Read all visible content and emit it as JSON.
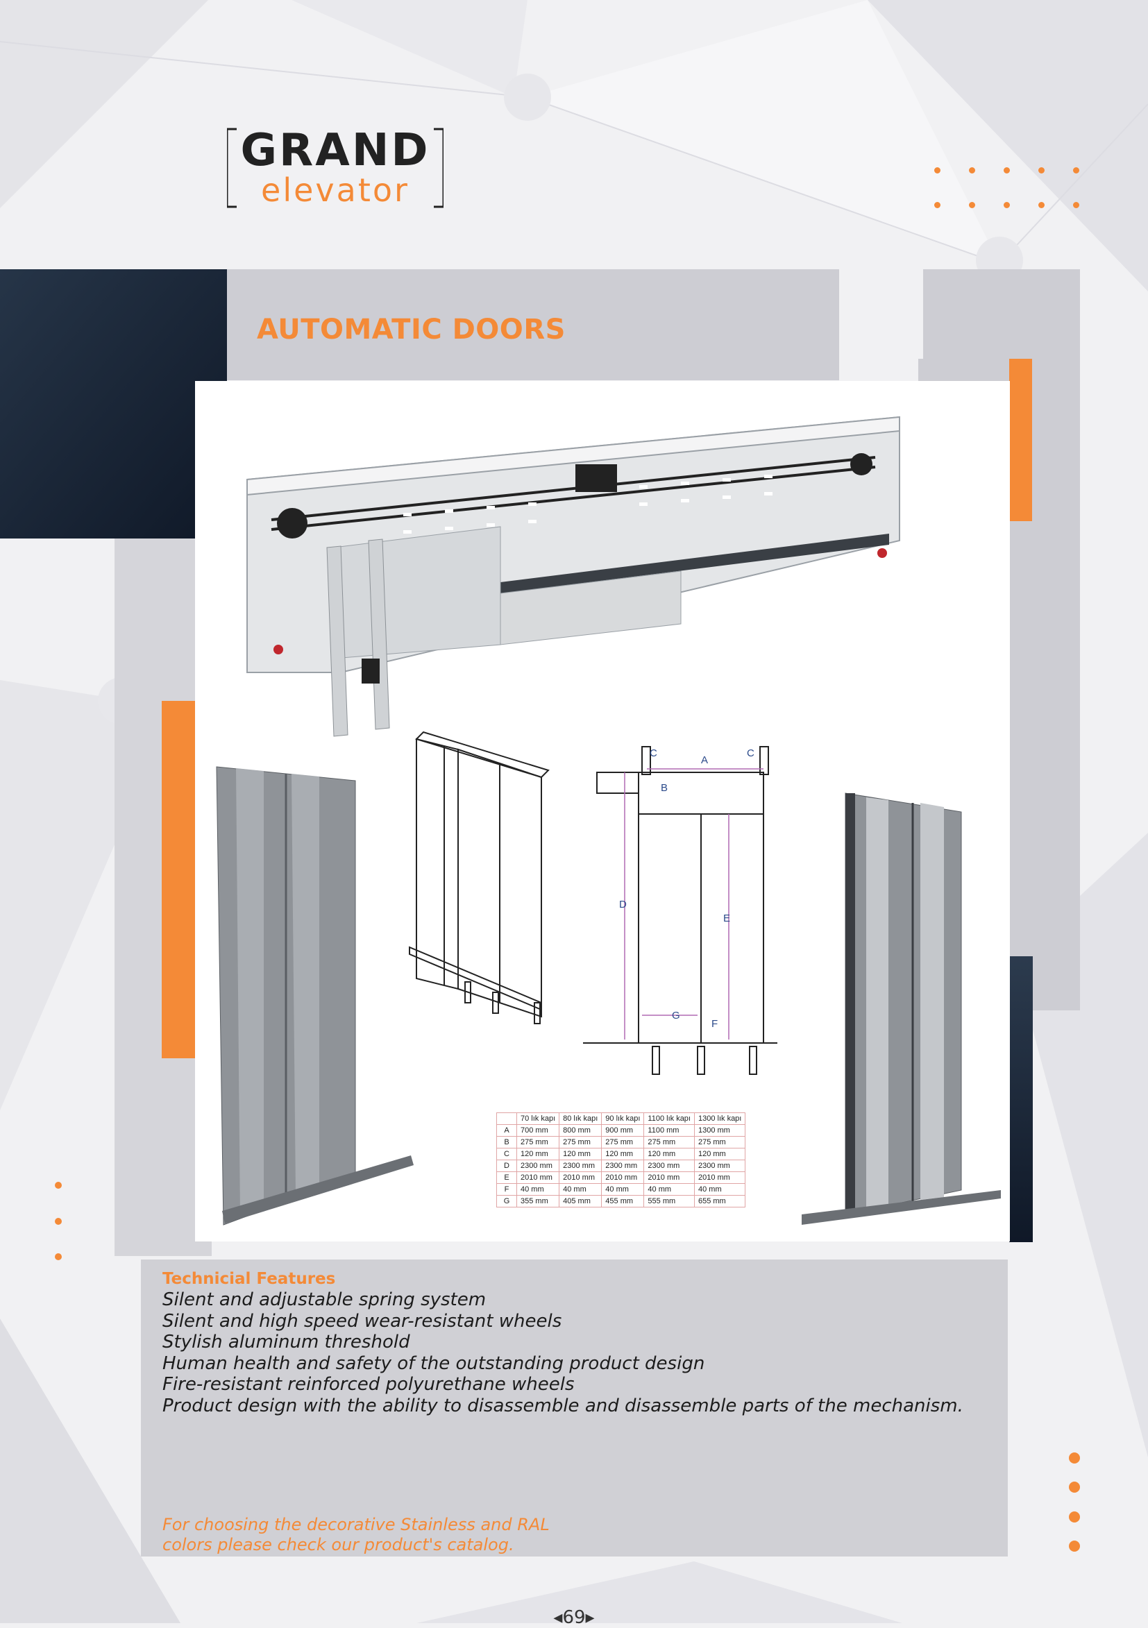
{
  "brand": {
    "logo_top": "GRAND",
    "logo_bottom": "elevator"
  },
  "page": {
    "title": "AUTOMATIC DOORS",
    "number": "69"
  },
  "diagram": {
    "labels": [
      "A",
      "B",
      "C",
      "C",
      "D",
      "E",
      "F",
      "G"
    ]
  },
  "dimension_table": {
    "headers": [
      "",
      "70 lık kapı",
      "80 lık kapı",
      "90 lık kapı",
      "1100 lık kapı",
      "1300 lık kapı"
    ],
    "rows": [
      [
        "A",
        "700 mm",
        "800 mm",
        "900 mm",
        "1100 mm",
        "1300 mm"
      ],
      [
        "B",
        "275 mm",
        "275 mm",
        "275 mm",
        "275 mm",
        "275 mm"
      ],
      [
        "C",
        "120 mm",
        "120 mm",
        "120 mm",
        "120 mm",
        "120 mm"
      ],
      [
        "D",
        "2300 mm",
        "2300 mm",
        "2300 mm",
        "2300 mm",
        "2300 mm"
      ],
      [
        "E",
        "2010 mm",
        "2010 mm",
        "2010 mm",
        "2010 mm",
        "2010 mm"
      ],
      [
        "F",
        "40 mm",
        "40 mm",
        "40 mm",
        "40 mm",
        "40 mm"
      ],
      [
        "G",
        "355 mm",
        "405 mm",
        "455 mm",
        "555 mm",
        "655 mm"
      ]
    ]
  },
  "features": {
    "title": "Technicial Features",
    "items": [
      "Silent and adjustable spring system",
      "Silent and high speed wear-resistant wheels",
      "Stylish aluminum threshold",
      "Human health and safety of the outstanding product design",
      "Fire-resistant reinforced polyurethane wheels",
      "Product design with the ability to disassemble and disassemble parts of the mechanism."
    ],
    "note_line1": "For choosing the decorative Stainless and RAL",
    "note_line2": "colors please check our product's catalog."
  },
  "colors": {
    "accent": "#f48a37",
    "navy": "#1f2c3e",
    "panel_gray": "#cdcdd3"
  }
}
